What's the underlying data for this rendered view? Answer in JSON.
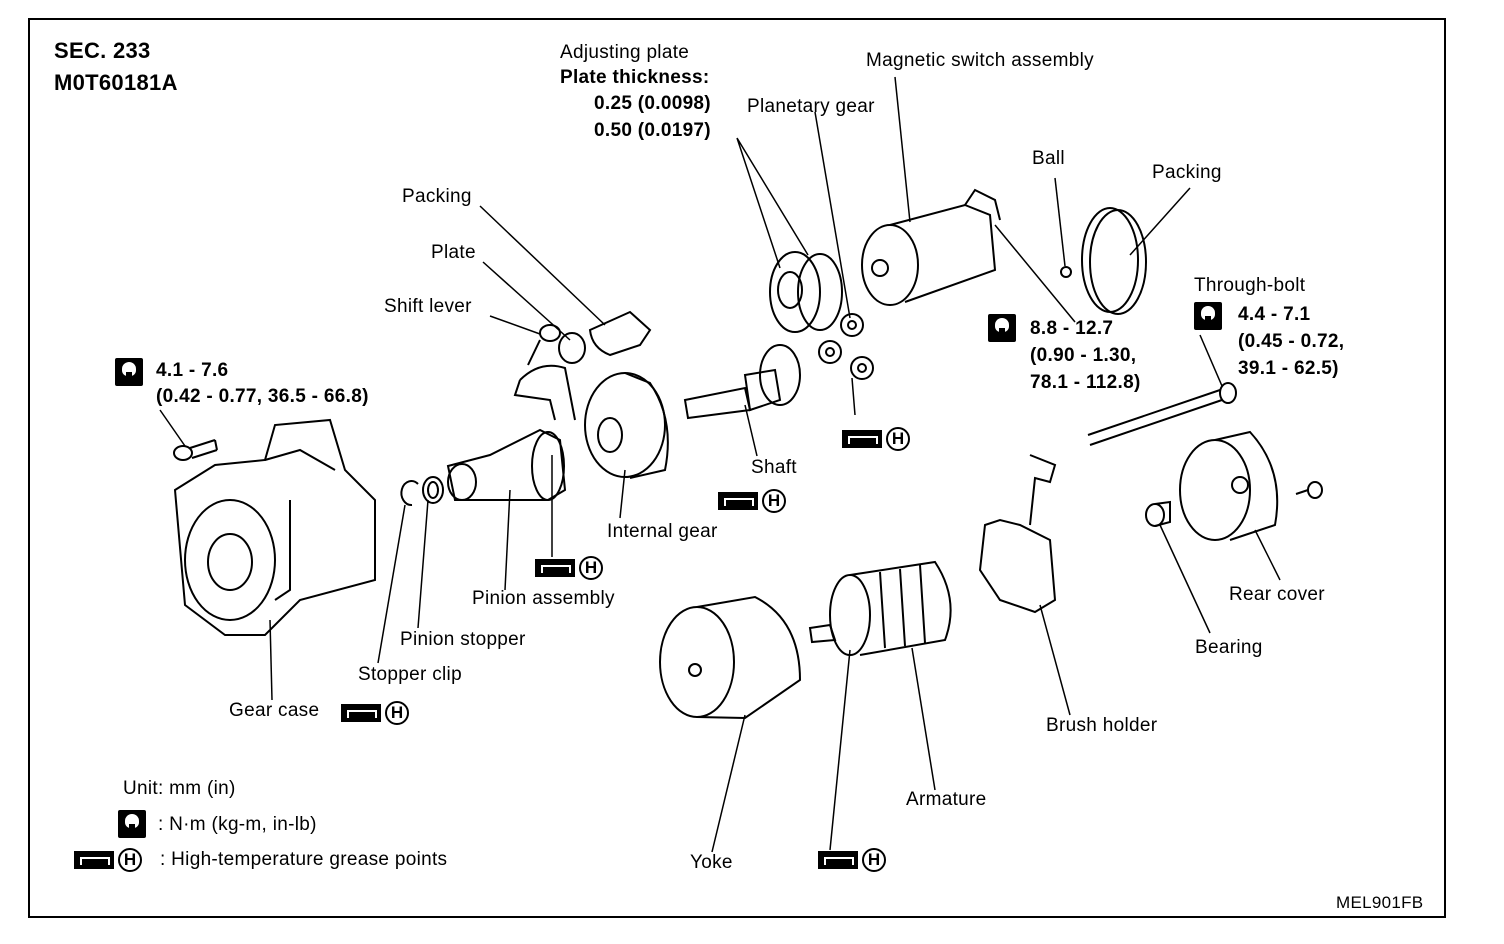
{
  "header": {
    "section": "SEC. 233",
    "code": "M0T60181A"
  },
  "footer_code": "MEL901FB",
  "labels": {
    "adjusting_plate": "Adjusting plate",
    "plate_thickness": "Plate thickness:",
    "thickness_1": "0.25 (0.0098)",
    "thickness_2": "0.50 (0.0197)",
    "planetary_gear": "Planetary gear",
    "magnetic_switch": "Magnetic switch assembly",
    "ball": "Ball",
    "packing_right": "Packing",
    "packing_left": "Packing",
    "plate": "Plate",
    "shift_lever": "Shift lever",
    "through_bolt": "Through-bolt",
    "shaft": "Shaft",
    "internal_gear": "Internal gear",
    "pinion_assembly": "Pinion assembly",
    "pinion_stopper": "Pinion stopper",
    "stopper_clip": "Stopper clip",
    "gear_case": "Gear case",
    "rear_cover": "Rear cover",
    "bearing": "Bearing",
    "brush_holder": "Brush holder",
    "armature": "Armature",
    "yoke": "Yoke"
  },
  "torques": {
    "gear_case_bolt_1": "4.1 - 7.6",
    "gear_case_bolt_2": "(0.42 - 0.77, 36.5 - 66.8)",
    "magnetic_switch_1": "8.8 - 12.7",
    "magnetic_switch_2": "(0.90 - 1.30,",
    "magnetic_switch_3": "78.1 - 112.8)",
    "through_bolt_1": "4.4 - 7.1",
    "through_bolt_2": "(0.45 - 0.72,",
    "through_bolt_3": "39.1 - 62.5)"
  },
  "legend": {
    "unit": "Unit: mm (in)",
    "torque_unit": ": N·m (kg-m, in-lb)",
    "grease": ": High-temperature grease points"
  },
  "symbols": {
    "high_temp_letter": "H"
  }
}
